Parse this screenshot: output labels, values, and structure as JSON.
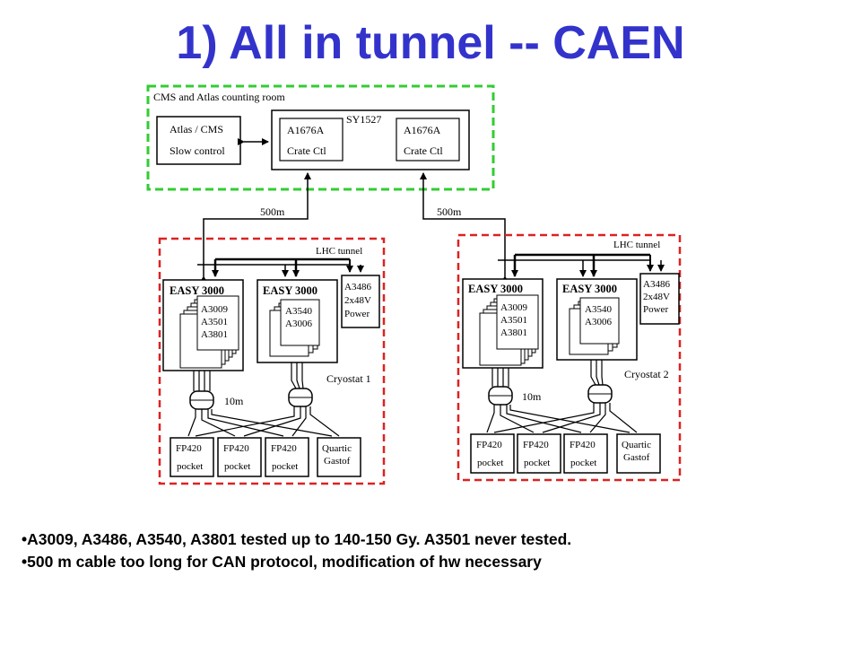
{
  "title": "1)  All in tunnel -- CAEN",
  "counting_room": {
    "label": "CMS and Atlas counting room",
    "slow_control": [
      "Atlas / CMS",
      "Slow control"
    ],
    "mainframe": "SY1527",
    "crate_ctl_left": [
      "A1676A",
      "Crate Ctl"
    ],
    "crate_ctl_right": [
      "A1676A",
      "Crate Ctl"
    ]
  },
  "cable_left": "500m",
  "cable_right": "500m",
  "tunnel_left": {
    "tunnel_label": "LHC tunnel",
    "easy1": {
      "title": "EASY 3000",
      "modules": [
        "A3009",
        "A3501",
        "A3801"
      ]
    },
    "easy2": {
      "title": "EASY 3000",
      "modules": [
        "A3540",
        "A3006"
      ]
    },
    "power": [
      "A3486",
      "2x48V",
      "Power"
    ],
    "cryostat": "Cryostat 1",
    "cable": "10m",
    "det1": [
      "FP420",
      "pocket"
    ],
    "det2": [
      "FP420",
      "pocket"
    ],
    "det3": [
      "FP420",
      "pocket"
    ],
    "det4": [
      "Quartic",
      "Gastof"
    ]
  },
  "tunnel_right": {
    "tunnel_label": "LHC tunnel",
    "easy1": {
      "title": "EASY 3000",
      "modules": [
        "A3009",
        "A3501",
        "A3801"
      ]
    },
    "easy2": {
      "title": "EASY 3000",
      "modules": [
        "A3540",
        "A3006"
      ]
    },
    "power": [
      "A3486",
      "2x48V",
      "Power"
    ],
    "cryostat": "Cryostat 2",
    "cable": "10m",
    "det1": [
      "FP420",
      "pocket"
    ],
    "det2": [
      "FP420",
      "pocket"
    ],
    "det3": [
      "FP420",
      "pocket"
    ],
    "det4": [
      "Quartic",
      "Gastof"
    ]
  },
  "bullets": [
    "A3009, A3486, A3540, A3801 tested up to 140-150 Gy. A3501 never tested.",
    "500 m cable too long for CAN protocol, modification of hw necessary"
  ],
  "colors": {
    "title": "#3333cc",
    "counting_room_border": "#33cc33",
    "tunnel_border": "#dd2222"
  }
}
